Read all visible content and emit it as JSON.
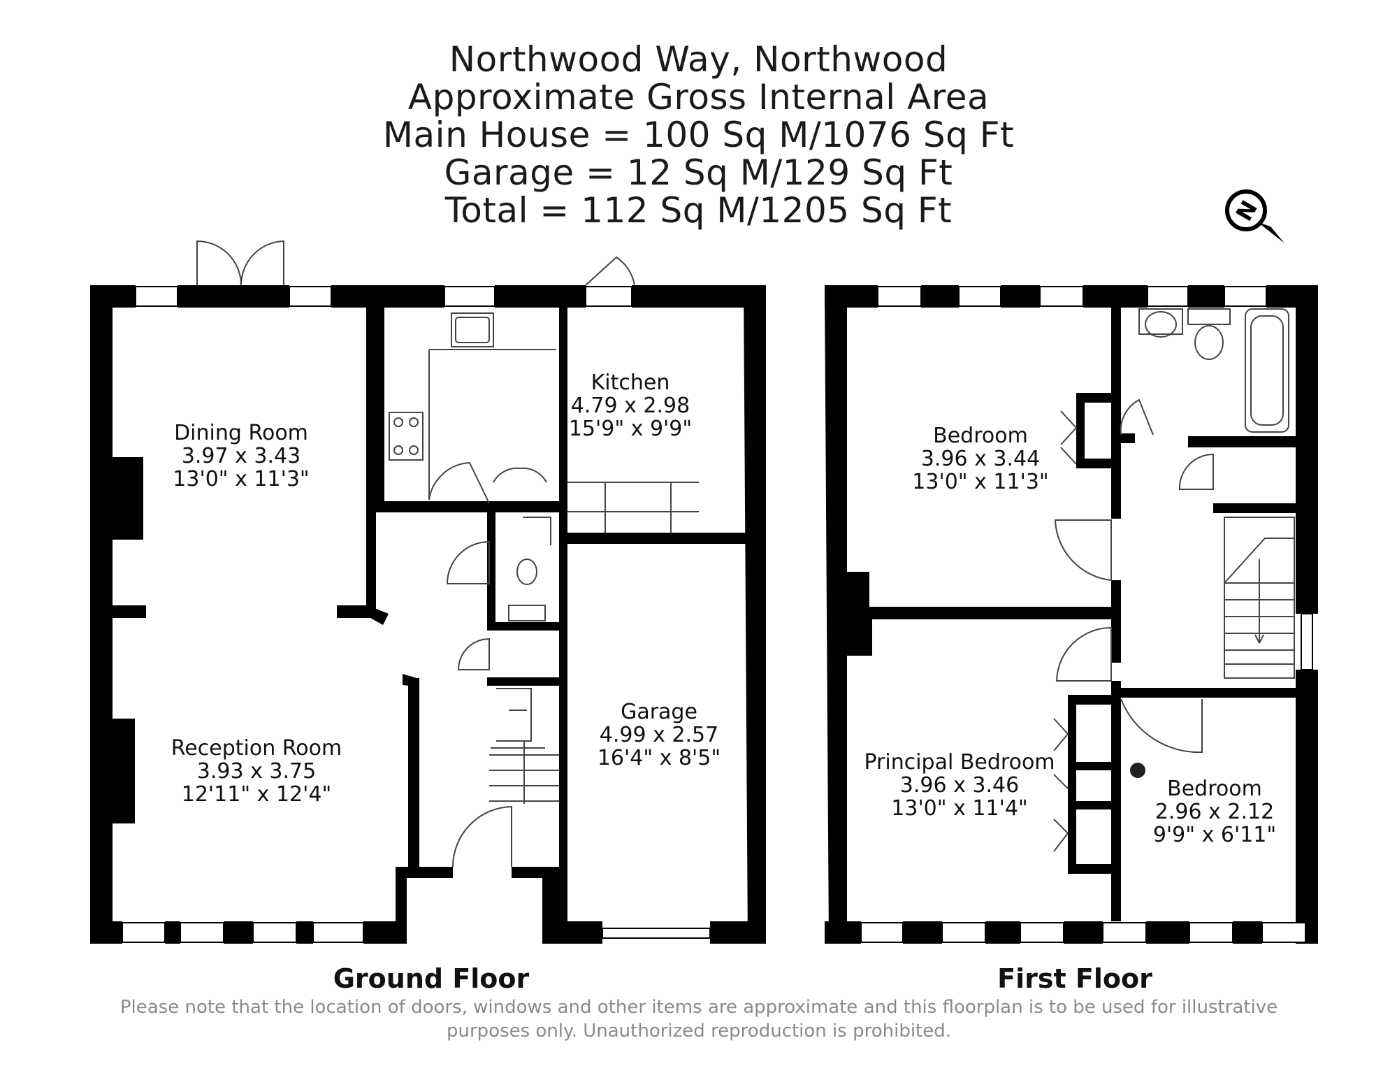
{
  "header": {
    "address": "Northwood Way, Northwood",
    "area_heading": "Approximate Gross Internal Area",
    "main_house": "Main House = 100 Sq M/1076 Sq Ft",
    "garage": "Garage = 12 Sq M/129 Sq Ft",
    "total": "Total = 112 Sq M/1205 Sq Ft"
  },
  "compass": {
    "letter": "N",
    "icon": "north-arrow-icon"
  },
  "ground_floor": {
    "label": "Ground Floor",
    "rooms": [
      {
        "name": "Dining Room",
        "metric": "3.97 x 3.43",
        "imperial": "13'0\" x 11'3\""
      },
      {
        "name": "Kitchen",
        "metric": "4.79 x 2.98",
        "imperial": "15'9\" x 9'9\""
      },
      {
        "name": "Reception Room",
        "metric": "3.93 x 3.75",
        "imperial": "12'11\" x 12'4\""
      },
      {
        "name": "Garage",
        "metric": "4.99 x 2.57",
        "imperial": "16'4\" x 8'5\""
      }
    ]
  },
  "first_floor": {
    "label": "First Floor",
    "rooms": [
      {
        "name": "Bedroom",
        "metric": "3.96 x 3.44",
        "imperial": "13'0\" x 11'3\""
      },
      {
        "name": "Principal Bedroom",
        "metric": "3.96 x 3.46",
        "imperial": "13'0\" x 11'4\""
      },
      {
        "name": "Bedroom",
        "metric": "2.96 x 2.12",
        "imperial": "9'9\" x 6'11\""
      }
    ]
  },
  "disclaimer": {
    "line1": "Please note that the location of doors, windows and other items are approximate and this floorplan is to be used for illustrative",
    "line2": "purposes only. Unauthorized reproduction is prohibited."
  },
  "colors": {
    "wall": "#000000",
    "text": "#111111",
    "disclaimer": "#8a8a8a",
    "fixture": "#444444"
  }
}
